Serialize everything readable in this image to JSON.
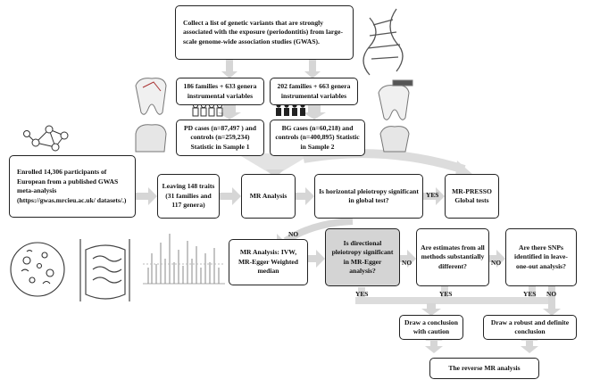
{
  "boxes": {
    "collect": "Collect a list of genetic variants that are strongly associated with the exposure (periodontitis) from large-scale genome-wide association studies (GWAS).",
    "ivs1": "186 families + 633 genera instrumental variables",
    "ivs2": "202 families + 663 genera instrumental variables",
    "pd": "PD cases (n=87,497 ) and controls (n=259,234) Statistic in Sample 1",
    "bg": "BG cases (n=60,218) and controls (n=400,895) Statistic in Sample 2",
    "enrolled": "Enrolled 14,306 participants of European from a published GWAS meta-analysis (https://gwas.mrcieu.ac.uk/ datasets/.)",
    "leaving": "Leaving 148 traits (31 families and 117 genera)",
    "mr_analysis": "MR Analysis",
    "horizontal": "Is horizontal pleiotropy significant in global test?",
    "presso": "MR-PRESSO Global tests",
    "methods": "MR Analysis: IVW, MR-Egger Weighted median",
    "directional": "Is directional pleiotropy significant in MR-Egger analysis?",
    "estimates": "Are estimates from all methods substantially different?",
    "snps": "Are there SNPs identified in leave-one-out analysis?",
    "caution": "Draw a conclusion with caution",
    "robust": "Draw a robust and definite conclusion",
    "reverse": "The reverse MR analysis"
  },
  "labels": {
    "yes1": "YES",
    "no1": "NO",
    "no2": "NO",
    "no3": "NO",
    "yes2": "YES",
    "yes3": "YES",
    "yes4": "YES",
    "no4": "NO"
  },
  "colors": {
    "arrow": "#d6d6d6",
    "box_border": "#222222",
    "shaded_box": "#d4d4d4",
    "icon": "#555555"
  }
}
